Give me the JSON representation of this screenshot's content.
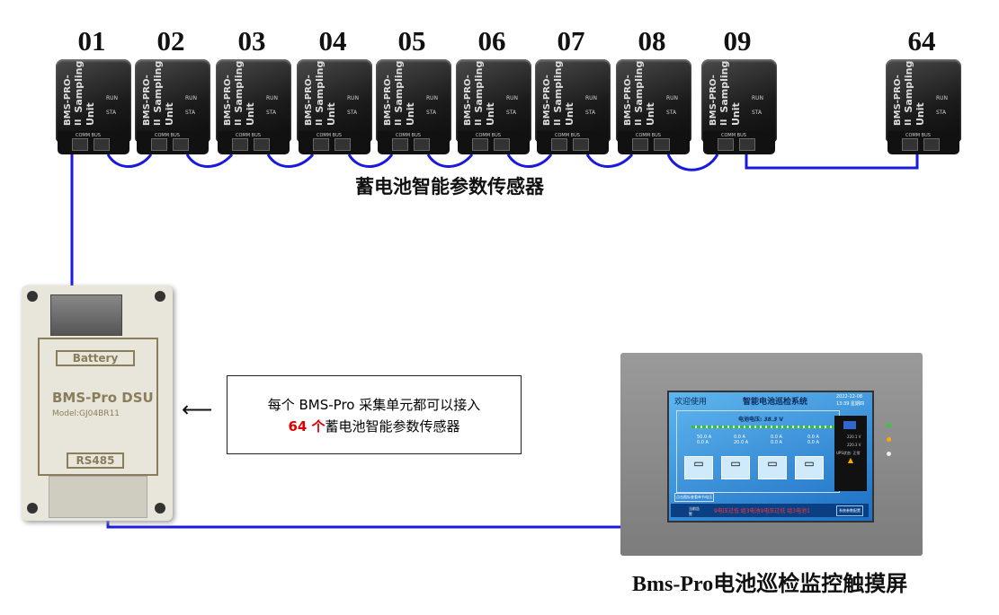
{
  "sensors": {
    "numbers": [
      "01",
      "02",
      "03",
      "04",
      "05",
      "06",
      "07",
      "08",
      "09",
      "64"
    ],
    "brand": "BMS-PRO-II",
    "unit": "Sampling Unit",
    "port_label": "COMM BUS",
    "leds": [
      "RUN",
      "STA"
    ],
    "caption": "蓄电池智能参数传感器"
  },
  "dsu": {
    "battery": "Battery",
    "title": "BMS-Pro DSU",
    "model": "Model:GJ04BR11",
    "rs485": "RS485"
  },
  "note": {
    "line1": "每个 BMS-Pro 采集单元都可以接入",
    "count": "64 个",
    "line2_rest": "蓄电池智能参数传感器",
    "arrow": "⟵",
    "count_color": "#e00000"
  },
  "screen": {
    "welcome": "欢迎使用",
    "system": "智能电池巡检系统",
    "date": "2022-12-08",
    "time": "13:39 星期四",
    "voltage_label": "电池电压:",
    "voltage_value": "38.3",
    "voltage_unit": "V",
    "cells": [
      {
        "a": "50.0 A",
        "b": "0.0 A"
      },
      {
        "a": "0.0 A",
        "b": "20.0 A"
      },
      {
        "a": "0.0 A",
        "b": "0.0 A"
      },
      {
        "a": "0.0 A",
        "b": "0.0 A"
      }
    ],
    "ups": {
      "in": "220.1 V",
      "out": "220.3 V",
      "status": "UPS状态: 正常"
    },
    "hint": "点击图标查看单节电压",
    "alarm_label": "当前告警",
    "alarm_text": "9电压过低  组3电池9电压过低  组3电池1",
    "settings_btn": "系统参数配置",
    "caption": "Bms-Pro电池巡检监控触摸屏"
  }
}
